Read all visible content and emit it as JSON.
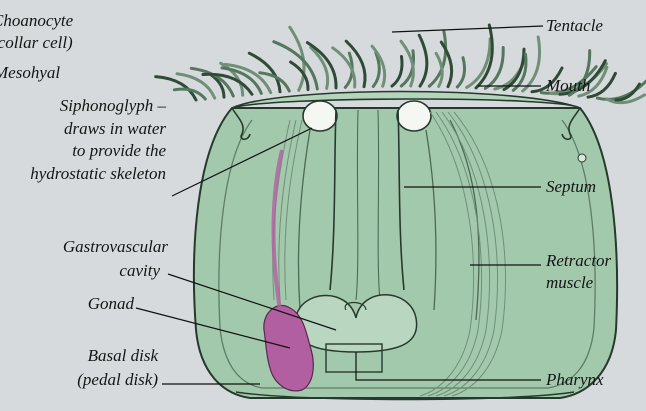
{
  "labels": {
    "choanocyte_line1": "Choanocyte",
    "choanocyte_line2": "(collar cell)",
    "mesohyal": "Mesohyal",
    "siphonoglyph_line1": "Siphonoglyph –",
    "siphonoglyph_line2": "draws in water",
    "siphonoglyph_line3": "to provide the",
    "siphonoglyph_line4": "hydrostatic skeleton",
    "gastro_line1": "Gastrovascular",
    "gastro_line2": "cavity",
    "gonad": "Gonad",
    "basal_line1": "Basal disk",
    "basal_line2": "(pedal disk)",
    "tentacle": "Tentacle",
    "mouth": "Mouth",
    "septum": "Septum",
    "retractor_line1": "Retractor",
    "retractor_line2": "muscle",
    "pharynx": "Pharynx"
  },
  "colors": {
    "background": "#d6dadc",
    "body_fill": "#9fc7aa",
    "body_light": "#c3ddc8",
    "outline": "#263a2c",
    "tentacle": "#4f7058",
    "gonad": "#b05a9e",
    "leader_line": "#111111"
  }
}
